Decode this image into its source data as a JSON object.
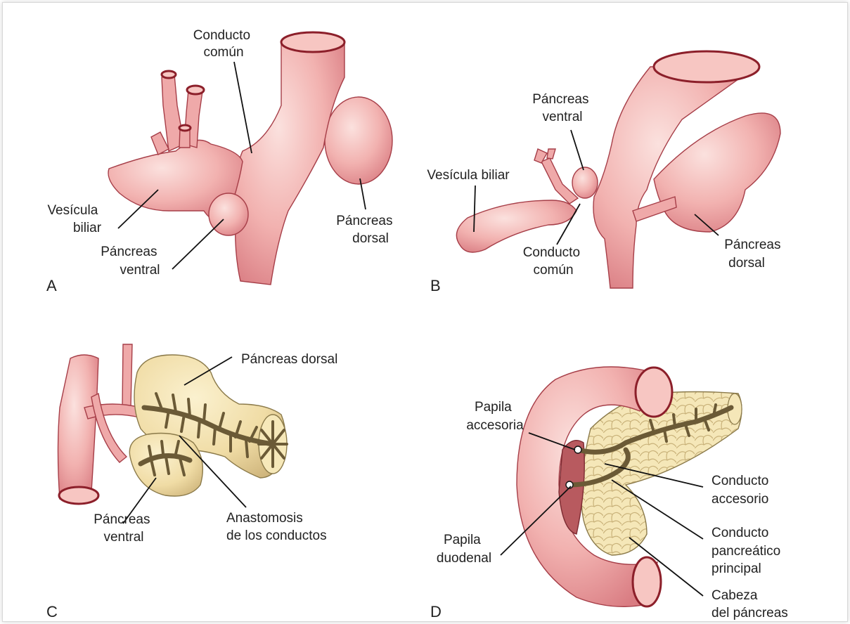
{
  "panels": {
    "a": {
      "letter": "A",
      "labels": {
        "conducto_comun": [
          "Conducto",
          "común"
        ],
        "vesicula_biliar": [
          "Vesícula",
          "biliar"
        ],
        "pancreas_ventral": [
          "Páncreas",
          "ventral"
        ],
        "pancreas_dorsal": [
          "Páncreas",
          "dorsal"
        ]
      }
    },
    "b": {
      "letter": "B",
      "labels": {
        "pancreas_ventral": [
          "Páncreas",
          "ventral"
        ],
        "vesicula_biliar": [
          "Vesícula biliar"
        ],
        "conducto_comun": [
          "Conducto",
          "común"
        ],
        "pancreas_dorsal": [
          "Páncreas",
          "dorsal"
        ]
      }
    },
    "c": {
      "letter": "C",
      "labels": {
        "pancreas_dorsal": [
          "Páncreas dorsal"
        ],
        "pancreas_ventral": [
          "Páncreas",
          "ventral"
        ],
        "anastomosis": [
          "Anastomosis",
          "de los conductos"
        ]
      }
    },
    "d": {
      "letter": "D",
      "labels": {
        "papila_accesoria": [
          "Papila",
          "accesoria"
        ],
        "conducto_accesorio": [
          "Conducto",
          "accesorio"
        ],
        "papila_duodenal": [
          "Papila",
          "duodenal"
        ],
        "conducto_pancreatico": [
          "Conducto",
          "pancreático",
          "principal"
        ],
        "cabeza_pancreas": [
          "Cabeza",
          "del páncreas"
        ]
      }
    }
  }
}
